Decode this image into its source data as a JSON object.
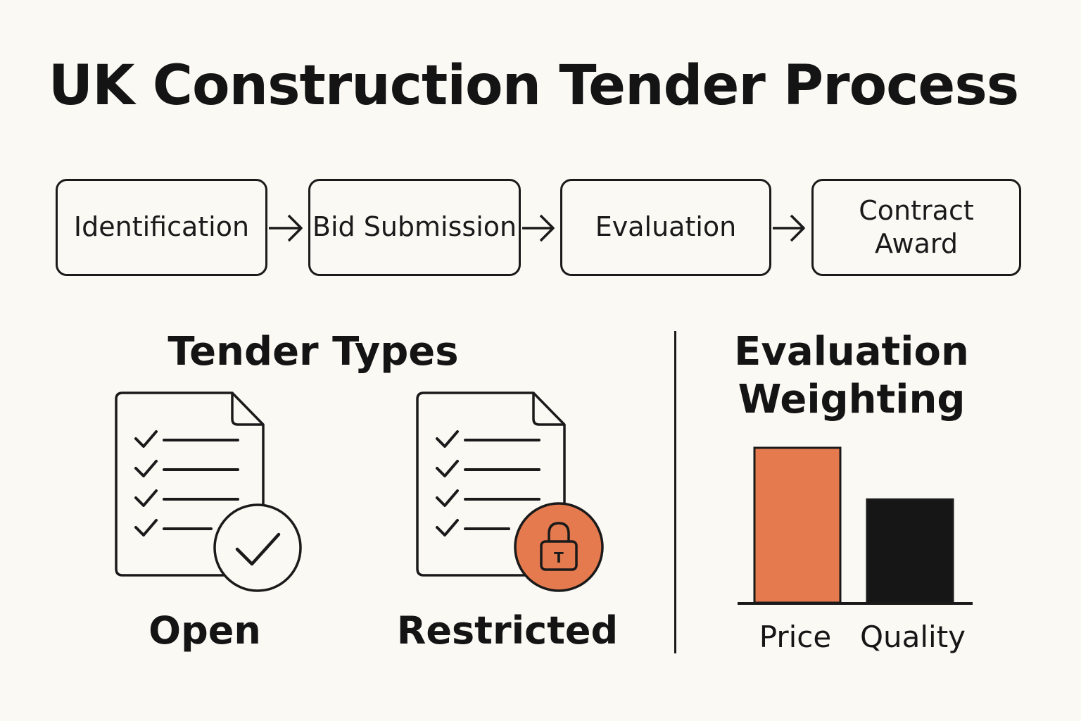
{
  "title": "UK Construction Tender Process",
  "process": {
    "steps": [
      {
        "label": "Identification"
      },
      {
        "label": "Bid Submission"
      },
      {
        "label": "Evaluation"
      },
      {
        "label": "Contract\nAward"
      }
    ]
  },
  "tender_types": {
    "heading": "Tender Types",
    "items": [
      {
        "label": "Open",
        "icon": "checklist-document-icon",
        "badge": "checkmark-badge-icon"
      },
      {
        "label": "Restricted",
        "icon": "checklist-document-icon",
        "badge": "padlock-badge-icon",
        "badge_color": "#e57a4f",
        "lock_glyph": "T"
      }
    ]
  },
  "evaluation_weighting": {
    "heading": "Evaluation\nWeighting"
  },
  "chart_data": {
    "type": "bar",
    "categories": [
      "Price",
      "Quality"
    ],
    "values": [
      0.6,
      0.4
    ],
    "colors": [
      "#e57a4f",
      "#161616"
    ],
    "title": "",
    "xlabel": "",
    "ylabel": "",
    "grid": false
  },
  "colors": {
    "accent": "#e57a4f",
    "ink": "#161616",
    "background": "#fbf9f4"
  }
}
